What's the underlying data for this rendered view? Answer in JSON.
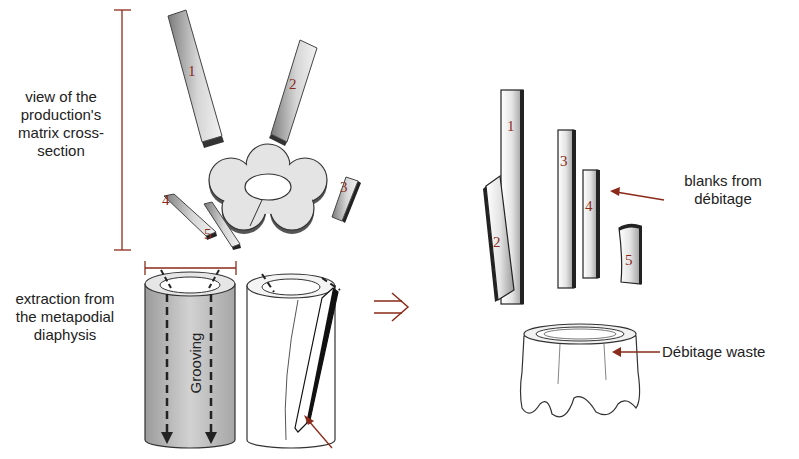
{
  "diagram": {
    "nodes": [
      {
        "text": [
          "1"
        ]
      },
      {
        "text": [
          "2"
        ]
      },
      {
        "text": [
          "3"
        ]
      },
      {
        "text": [
          "4"
        ]
      },
      {
        "text": [
          "5"
        ]
      },
      {
        "text": [
          "Grooving"
        ]
      },
      {
        "text": [
          "1"
        ]
      },
      {
        "text": [
          "2"
        ]
      },
      {
        "text": [
          "3"
        ]
      },
      {
        "text": [
          "4"
        ]
      },
      {
        "text": [
          "5"
        ]
      }
    ],
    "labels": [
      "view of the production's matrix cross-section",
      "extraction from the metapodial diaphysis",
      "blanks from débitage",
      "Débitage waste"
    ]
  }
}
